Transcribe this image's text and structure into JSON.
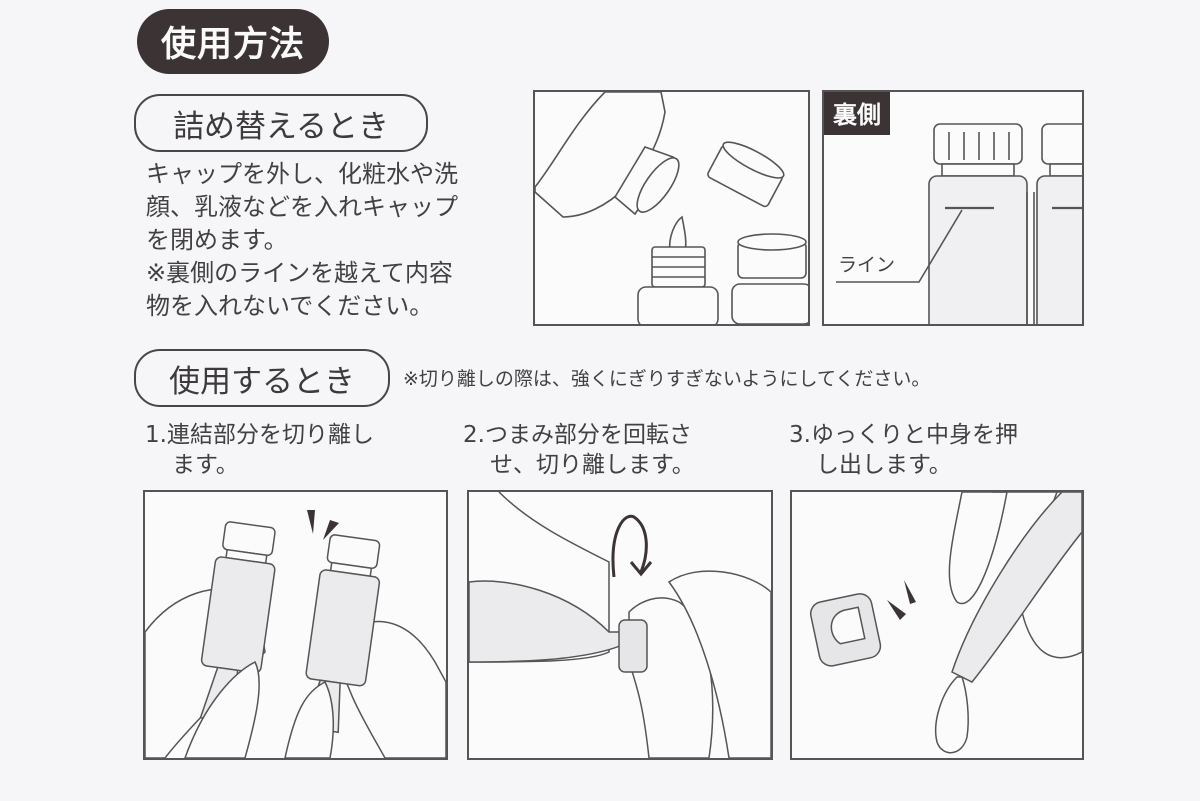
{
  "title": "使用方法",
  "refill_section": {
    "heading": "詰め替えるとき",
    "lines": [
      "キャップを外し、化粧水や洗",
      "顔、乳液などを入れキャップ",
      "を閉めます。",
      "※裏側のラインを越えて内容",
      "物を入れないでください。"
    ],
    "illustration_refill": {
      "label": "bottles being filled from a larger bottle with caps removed"
    },
    "illustration_back": {
      "badge": "裏側",
      "line_label": "ライン"
    }
  },
  "use_section": {
    "heading": "使用するとき",
    "note": "※切り離しの際は、強くにぎりすぎないようにしてください。",
    "steps": [
      {
        "line1": "1.連結部分を切り離し",
        "line2": "ます。"
      },
      {
        "line1": "2.つまみ部分を回転さ",
        "line2": "せ、切り離します。"
      },
      {
        "line1": "3.ゆっくりと中身を押",
        "line2": "し出します。"
      }
    ]
  },
  "colors": {
    "background": "#f6f6f8",
    "dark": "#3b3334",
    "text": "#3d3a3b",
    "line": "#555555"
  }
}
